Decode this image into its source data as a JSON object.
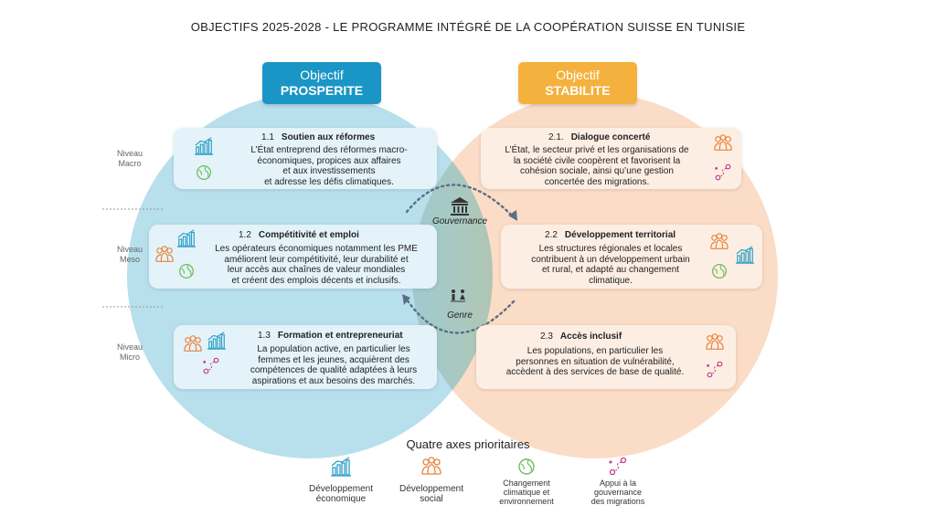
{
  "title": "OBJECTIFS 2025-2028  -   LE PROGRAMME INTÉGRÉ DE LA COOPÉRATION SUISSE EN TUNISIE",
  "objectives": {
    "left": {
      "line1": "Objectif",
      "line2": "PROSPERITE",
      "color": "#1a96c6"
    },
    "right": {
      "line1": "Objectif",
      "line2": "STABILITE",
      "color": "#f5b13e"
    }
  },
  "levels": {
    "macro": "Niveau\nMacro",
    "meso": "Niveau\nMeso",
    "micro": "Niveau\nMicro"
  },
  "center": {
    "governance": "Gouvernance",
    "gender": "Genre"
  },
  "cards": {
    "c11": {
      "num": "1.1",
      "title": "Soutien aux réformes",
      "text": "L’État entreprend des réformes macro-\néconomiques, propices aux affaires\net  aux investissements\net adresse les défis climatiques."
    },
    "c12": {
      "num": "1.2",
      "title": "Compétitivité et emploi",
      "text": "Les opérateurs économiques notamment les PME\naméliorent leur compétitivité, leur durabilité et\nleur accès aux chaînes de valeur mondiales\net créent des emplois décents et inclusifs."
    },
    "c13": {
      "num": "1.3",
      "title": "Formation et entrepreneuriat",
      "text": "La population active, en particulier les\nfemmes et les jeunes, acquièrent des\ncompétences de qualité adaptées à leurs\naspirations et aux besoins des marchés."
    },
    "c21": {
      "num": "2.1.",
      "title": "Dialogue concerté",
      "text": "L’État, le secteur privé et les organisations de\nla société civile coopèrent et favorisent la\ncohésion sociale, ainsi qu’une gestion\nconcertée des migrations."
    },
    "c22": {
      "num": "2.2",
      "title": "Développement territorial",
      "text": "Les structures régionales et locales\ncontribuent à un développement urbain\net rural, et adapté au changement\nclimatique."
    },
    "c23": {
      "num": "2.3",
      "title": "Accès inclusif",
      "text": "Les populations, en particulier les\npersonnes en situation de vulnérabilité,\naccèdent à des services de base de qualité."
    }
  },
  "legend": {
    "title": "Quatre axes prioritaires",
    "items": [
      {
        "label": "Développement\néconomique",
        "icon": "growth-chart-icon",
        "color": "#2e9fc8"
      },
      {
        "label": "Développement\nsocial",
        "icon": "group-people-icon",
        "color": "#e8833a"
      },
      {
        "label": "Changement\nclimatique et\nenvironnement",
        "icon": "globe-leaf-icon",
        "color": "#6cbf5b"
      },
      {
        "label": "Appui à la\ngouvernance\ndes migrations",
        "icon": "migration-path-icon",
        "color": "#c2378a"
      }
    ]
  }
}
